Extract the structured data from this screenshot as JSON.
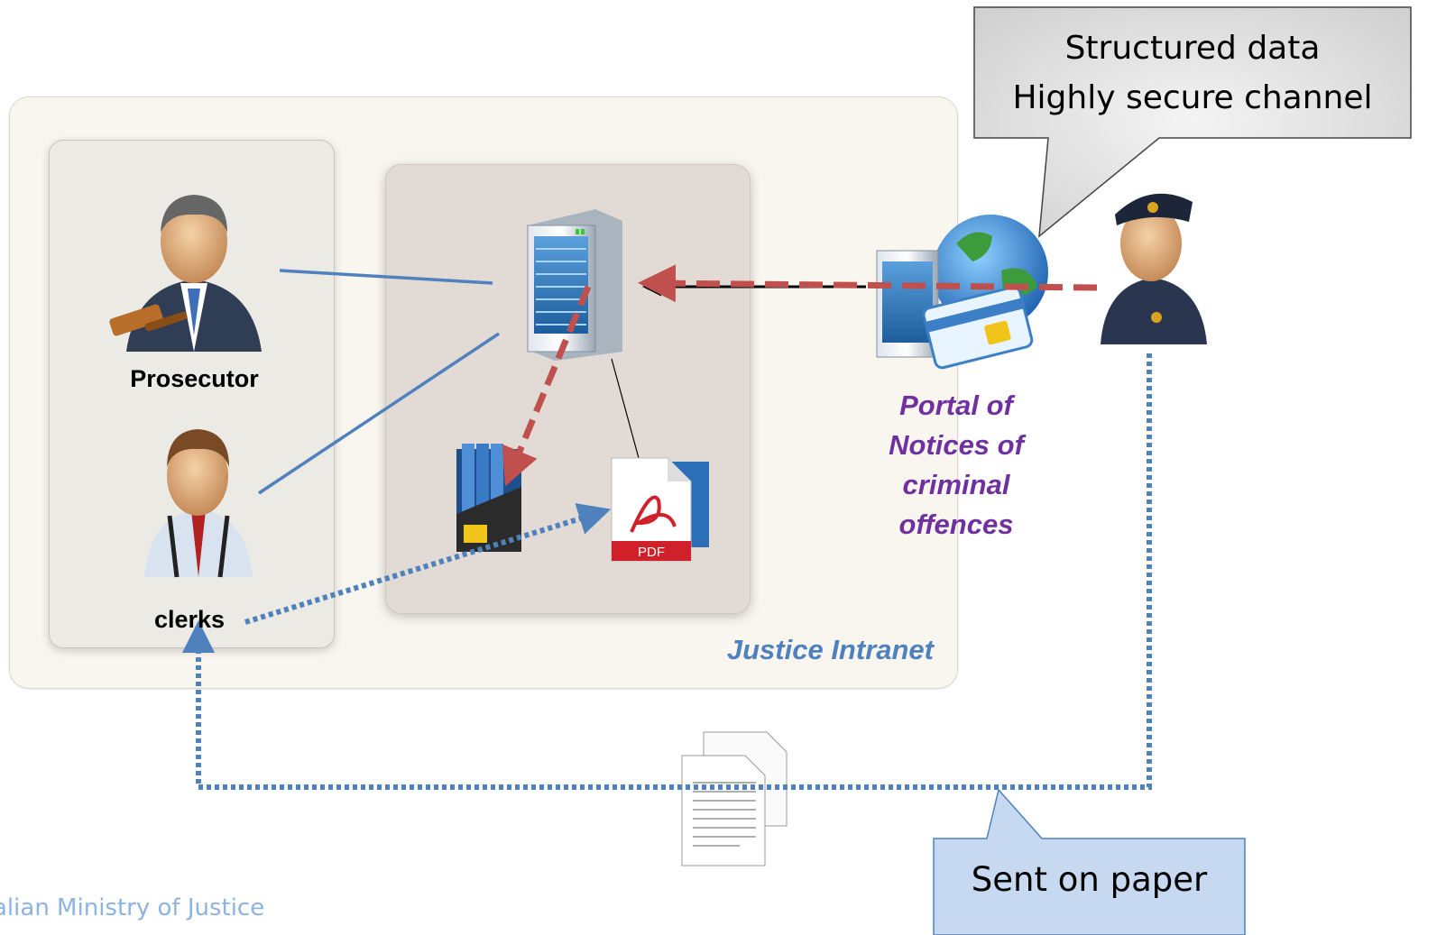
{
  "labels": {
    "prosecutor": "Prosecutor",
    "clerks": "clerks",
    "portal": [
      "Portal of",
      "Notices of",
      "criminal",
      "offences"
    ],
    "intranet": "Justice Intranet"
  },
  "callouts": {
    "top_line1": "Structured data",
    "top_line2": "Highly secure channel",
    "bottom": "Sent on paper"
  },
  "icons": {
    "pdf_text": "PDF"
  },
  "footer": "alian Ministry of Justice",
  "colors": {
    "secure_arrow": "#c0504d",
    "paper_arrow": "#4f81bd",
    "portal_text": "#7030a0",
    "intranet_text": "#4f81bd"
  }
}
